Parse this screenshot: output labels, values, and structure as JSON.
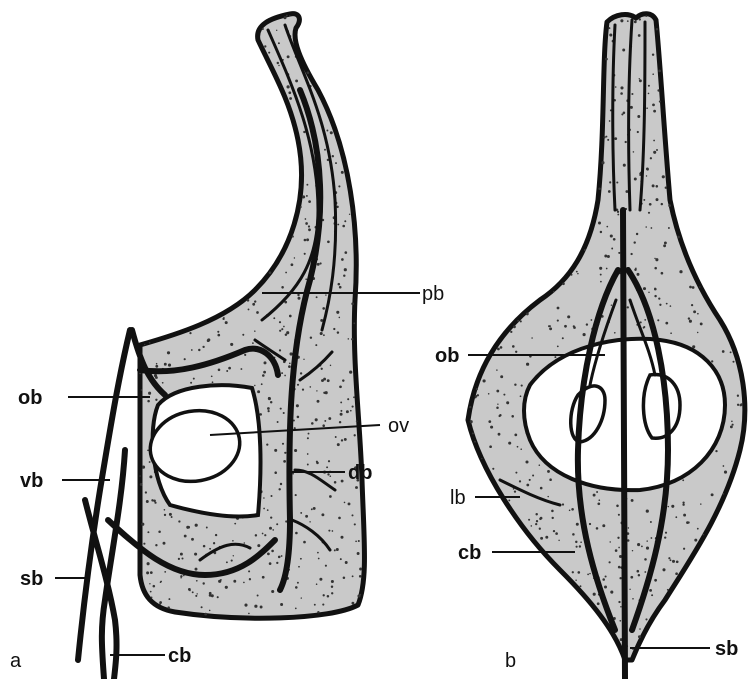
{
  "panels": {
    "a": {
      "letter": "a",
      "labels": {
        "pb": "pb",
        "ob": "ob",
        "ov": "ov",
        "db": "db",
        "vb": "vb",
        "sb": "sb",
        "cb": "cb"
      }
    },
    "b": {
      "letter": "b",
      "labels": {
        "ob": "ob",
        "lb": "lb",
        "cb": "cb",
        "sb": "sb"
      }
    }
  },
  "colors": {
    "tissue": "#c9c9c9",
    "ink": "#111111",
    "cavity": "#ffffff"
  }
}
